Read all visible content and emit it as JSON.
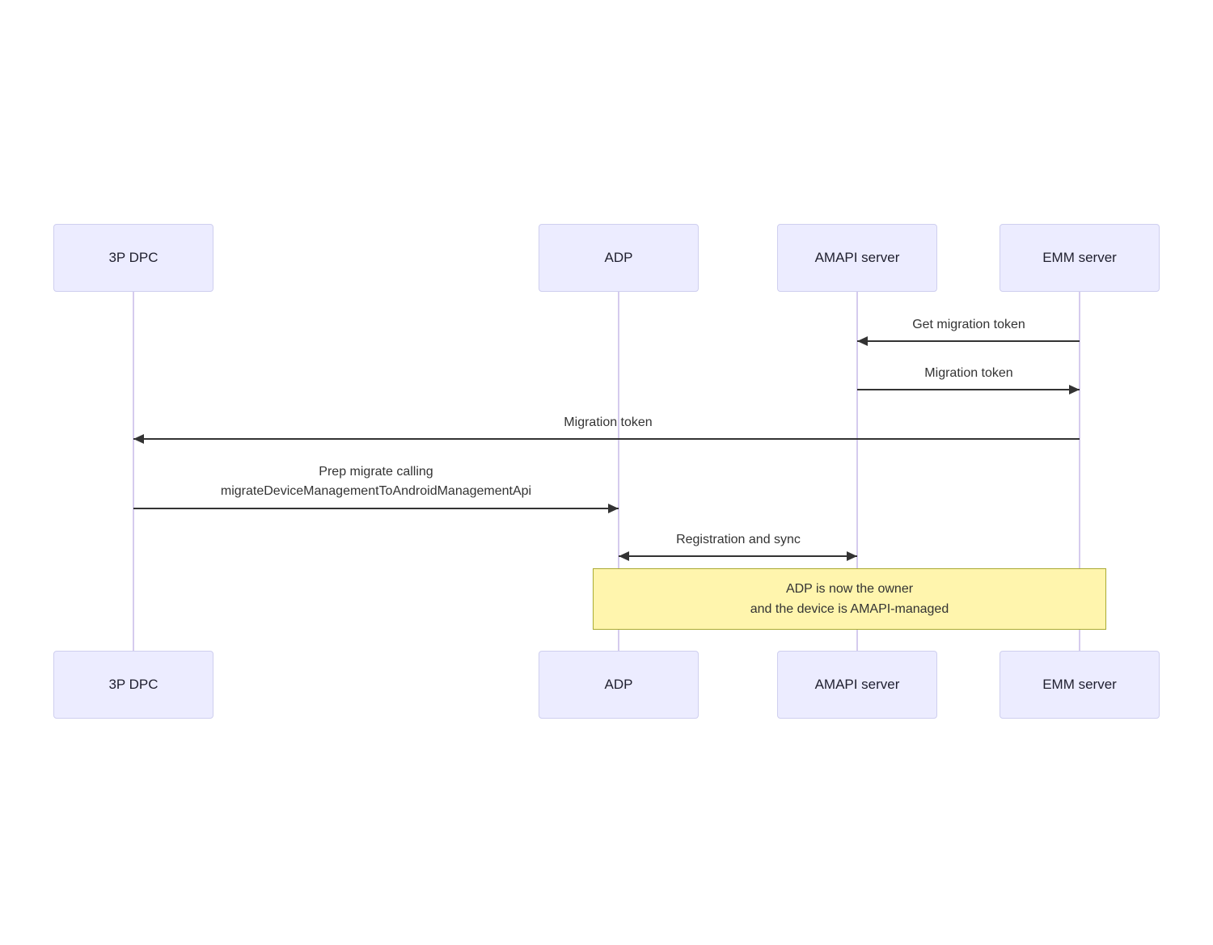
{
  "diagram": {
    "type": "sequence",
    "actors": [
      {
        "id": "3p-dpc",
        "label": "3P DPC"
      },
      {
        "id": "adp",
        "label": "ADP"
      },
      {
        "id": "amapi-server",
        "label": "AMAPI server"
      },
      {
        "id": "emm-server",
        "label": "EMM server"
      }
    ],
    "messages": [
      {
        "from": "EMM server",
        "to": "AMAPI server",
        "text": "Get migration token",
        "direction": "left"
      },
      {
        "from": "AMAPI server",
        "to": "EMM server",
        "text": "Migration token",
        "direction": "right"
      },
      {
        "from": "EMM server",
        "to": "3P DPC",
        "text": "Migration token",
        "direction": "left"
      },
      {
        "from": "3P DPC",
        "to": "ADP",
        "line1": "Prep migrate calling",
        "line2": "migrateDeviceManagementToAndroidManagementApi",
        "direction": "right"
      },
      {
        "from": "ADP",
        "to": "AMAPI server",
        "text": "Registration and sync",
        "direction": "both"
      }
    ],
    "note": {
      "over": "ADP, EMM server",
      "line1": "ADP is now the owner",
      "line2": "and the device is AMAPI-managed"
    },
    "colors": {
      "actor_fill": "#ECECFF",
      "actor_border": "#CFCFEF",
      "lifeline": "#D5CBEE",
      "arrow": "#333333",
      "message_text": "#333333",
      "note_fill": "#FFF5AD",
      "note_border": "#AAAA33"
    }
  }
}
